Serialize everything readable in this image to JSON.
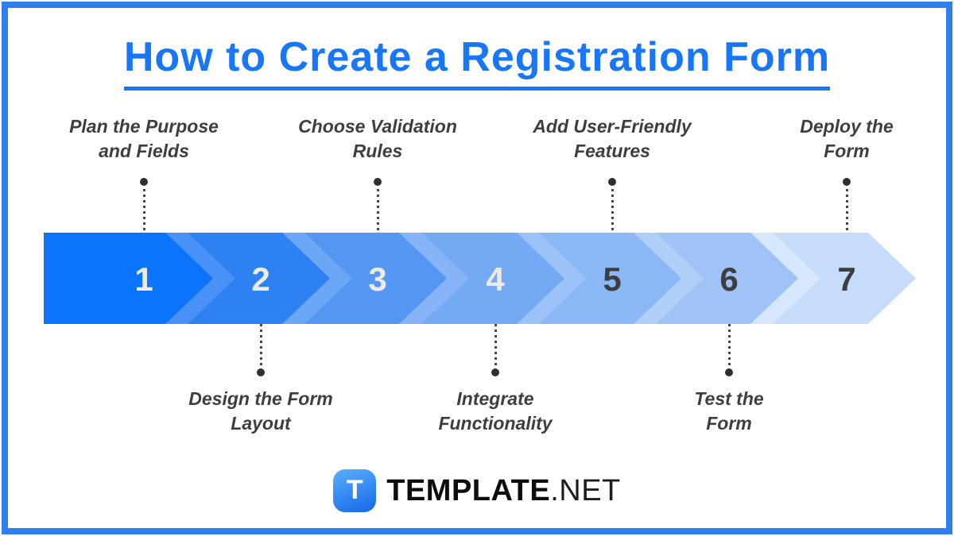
{
  "title": {
    "text": "How to Create a Registration Form",
    "color": "#1777f8"
  },
  "steps": [
    {
      "number": "1",
      "label_lines": [
        "Plan the Purpose",
        "and Fields"
      ],
      "label_position": "top",
      "segment_color": "#0b74fb",
      "number_color": "#edeae7",
      "echo_color": "#4a91f7"
    },
    {
      "number": "2",
      "label_lines": [
        "Design the Form",
        "Layout"
      ],
      "label_position": "bottom",
      "segment_color": "#2e81f3",
      "number_color": "#edeae7",
      "echo_color": "#6ca6f6"
    },
    {
      "number": "3",
      "label_lines": [
        "Choose Validation",
        "Rules"
      ],
      "label_position": "top",
      "segment_color": "#5397f3",
      "number_color": "#edeae7",
      "echo_color": "#86b4f7"
    },
    {
      "number": "4",
      "label_lines": [
        "Integrate",
        "Functionality"
      ],
      "label_position": "bottom",
      "segment_color": "#74a9f4",
      "number_color": "#edeae7",
      "echo_color": "#9cc2f8"
    },
    {
      "number": "5",
      "label_lines": [
        "Add User-Friendly",
        "Features"
      ],
      "label_position": "top",
      "segment_color": "#8ab7f5",
      "number_color": "#3d3d3d",
      "echo_color": "#b1cff9"
    },
    {
      "number": "6",
      "label_lines": [
        "Test the",
        "Form"
      ],
      "label_position": "bottom",
      "segment_color": "#9fc3f6",
      "number_color": "#3d3d3d",
      "echo_color": "#d7e7fd"
    },
    {
      "number": "7",
      "label_lines": [
        "Deploy the",
        "Form"
      ],
      "label_position": "top",
      "segment_color": "#c6dcfb",
      "number_color": "#3d3d3d",
      "echo_color": null
    }
  ],
  "connector": {
    "line_color": "#474747",
    "dot_color": "#2f2f2f"
  },
  "border_color": "#2e7ff0",
  "footer": {
    "icon_letter": "T",
    "brand_bold": "TEMPLATE",
    "brand_rest": ".NET"
  }
}
